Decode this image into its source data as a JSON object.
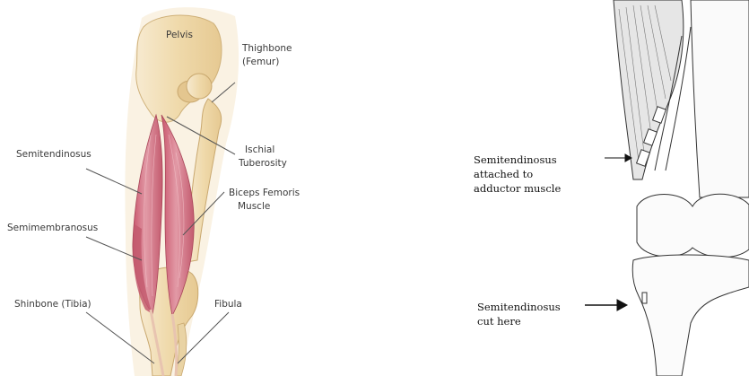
{
  "left_panel": {
    "labels": {
      "pelvis": "Pelvis",
      "thighbone_1": "Thighbone",
      "thighbone_2": "(Femur)",
      "ischial_1": "Ischial",
      "ischial_2": "Tuberosity",
      "semitendinosus": "Semitendinosus",
      "biceps_1": "Biceps Femoris",
      "biceps_2": "Muscle",
      "semimembranosus": "Semimembranosus",
      "shinbone": "Shinbone (Tibia)",
      "fibula": "Fibula"
    },
    "colors": {
      "bone": "#f2dfb6",
      "bone_shadow": "#d9c08d",
      "muscle": "#d97c8c",
      "muscle_dark": "#b85467"
    }
  },
  "right_panel": {
    "labels": {
      "attached_1": "Semitendinosus",
      "attached_2": "attached to",
      "attached_3": "adductor muscle",
      "cut_1": "Semitendinosus",
      "cut_2": "cut here"
    }
  }
}
